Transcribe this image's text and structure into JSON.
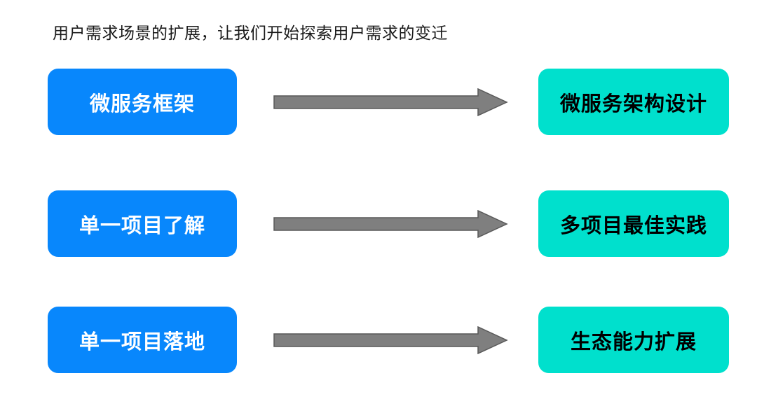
{
  "title": "用户需求场景的扩展，让我们开始探索用户需求的变迁",
  "rows": [
    {
      "left": "微服务框架",
      "right": "微服务架构设计"
    },
    {
      "left": "单一项目了解",
      "right": "多项目最佳实践"
    },
    {
      "left": "单一项目落地",
      "right": "生态能力扩展"
    }
  ],
  "colors": {
    "left_box": "#0887fc",
    "right_box": "#00e0cd",
    "arrow_fill": "#7f7f7f",
    "arrow_stroke": "#595959",
    "left_text": "#ffffff",
    "right_text": "#000000",
    "title_text": "#1a1a1a",
    "page_bg": "#ffffff"
  }
}
